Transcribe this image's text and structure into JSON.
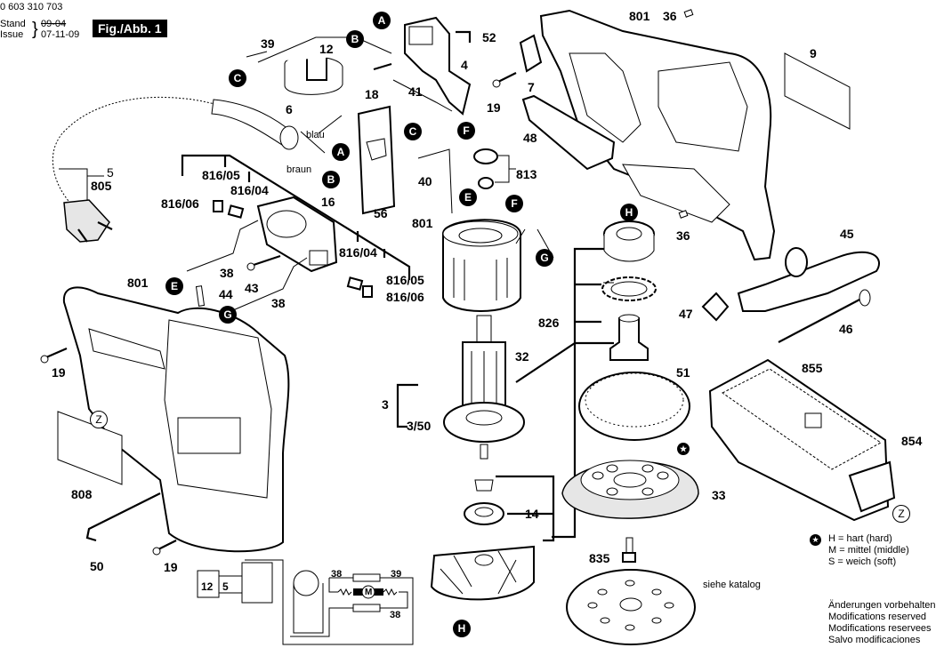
{
  "header": {
    "part_number": "0 603 310 703",
    "stand_label": "Stand",
    "issue_label": "Issue",
    "stand_date_struck": "09-04",
    "issue_date": "07-11-09",
    "figure_label": "Fig./Abb. 1"
  },
  "connectors": {
    "A": "A",
    "B": "B",
    "C": "C",
    "E": "E",
    "F": "F",
    "G": "G",
    "H": "H",
    "Z": "Z"
  },
  "wire_colors": {
    "blue": "blau",
    "brown": "braun"
  },
  "parts": {
    "p39": "39",
    "p12": "12",
    "p18": "18",
    "p41": "41",
    "p4": "4",
    "p52": "52",
    "p7": "7",
    "p19_top": "19",
    "p801_housing": "801",
    "p36_top": "36",
    "p9": "9",
    "p48": "48",
    "p6": "6",
    "p5": "5",
    "p805": "805",
    "p56": "56",
    "p40": "40",
    "p813": "813",
    "p816_05_left": "816/05",
    "p816_04_left": "816/04",
    "p816_06_left": "816/06",
    "p16": "16",
    "p801_field": "801",
    "p36_right": "36",
    "p45": "45",
    "p47": "47",
    "p46": "46",
    "p38_a": "38",
    "p43": "43",
    "p38_b": "38",
    "p816_04_right": "816/04",
    "p816_05_right": "816/05",
    "p816_06_right": "816/06",
    "p801_shell": "801",
    "p44": "44",
    "p19_left": "19",
    "p826": "826",
    "p32": "32",
    "p3": "3",
    "p3_50": "3/50",
    "p51": "51",
    "p855": "855",
    "p854": "854",
    "p33": "33",
    "p14": "14",
    "p808": "808",
    "p50": "50",
    "p19_bottom": "19",
    "p835": "835"
  },
  "schematic": {
    "switch": "12",
    "cable": "5",
    "brush_1": "38",
    "brush_2": "39",
    "brush_3": "38",
    "motor": "M"
  },
  "notes": {
    "see_catalog": "siehe katalog"
  },
  "legend": {
    "symbol": "★",
    "rows": [
      "H = hart (hard)",
      "M = mittel (middle)",
      "S = weich (soft)"
    ]
  },
  "disclaimer": [
    "Änderungen vorbehalten",
    "Modifications reserved",
    "Modifications reservees",
    "Salvo modificaciones"
  ]
}
